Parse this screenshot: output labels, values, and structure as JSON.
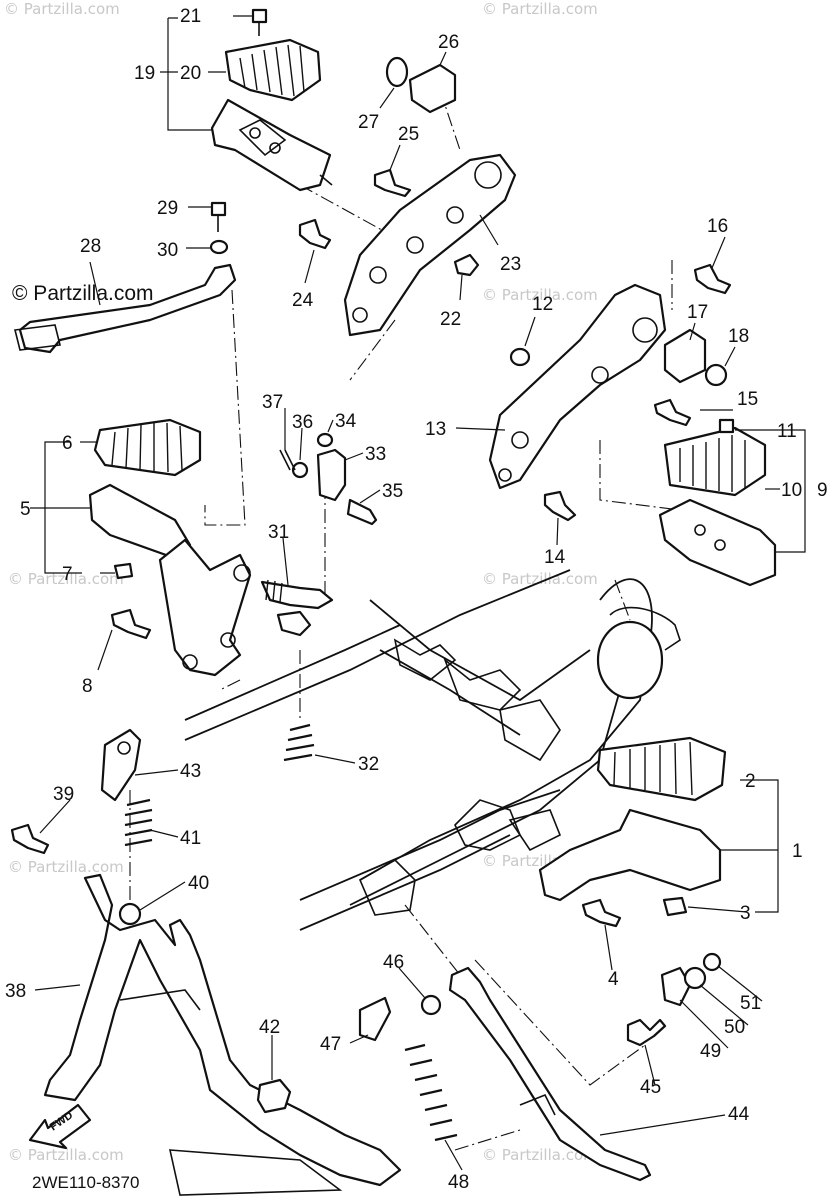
{
  "watermark": "© Partzilla.com",
  "brand": "© Partzilla.com",
  "diagram_code": "2WE110-8370",
  "fwd_label": "FWD",
  "callouts": {
    "n1": "1",
    "n2": "2",
    "n3": "3",
    "n4": "4",
    "n5": "5",
    "n6": "6",
    "n7": "7",
    "n8": "8",
    "n9": "9",
    "n10": "10",
    "n11": "11",
    "n12": "12",
    "n13": "13",
    "n14": "14",
    "n15": "15",
    "n16": "16",
    "n17": "17",
    "n18": "18",
    "n19": "19",
    "n20": "20",
    "n21": "21",
    "n22": "22",
    "n23": "23",
    "n24": "24",
    "n25": "25",
    "n26": "26",
    "n27": "27",
    "n28": "28",
    "n29": "29",
    "n30": "30",
    "n31": "31",
    "n32": "32",
    "n33": "33",
    "n34": "34",
    "n35": "35",
    "n36": "36",
    "n37": "37",
    "n38": "38",
    "n39": "39",
    "n40": "40",
    "n41": "41",
    "n42": "42",
    "n43": "43",
    "n44": "44",
    "n45": "45",
    "n46": "46",
    "n47": "47",
    "n48": "48",
    "n49": "49",
    "n50": "50",
    "n51": "51"
  }
}
